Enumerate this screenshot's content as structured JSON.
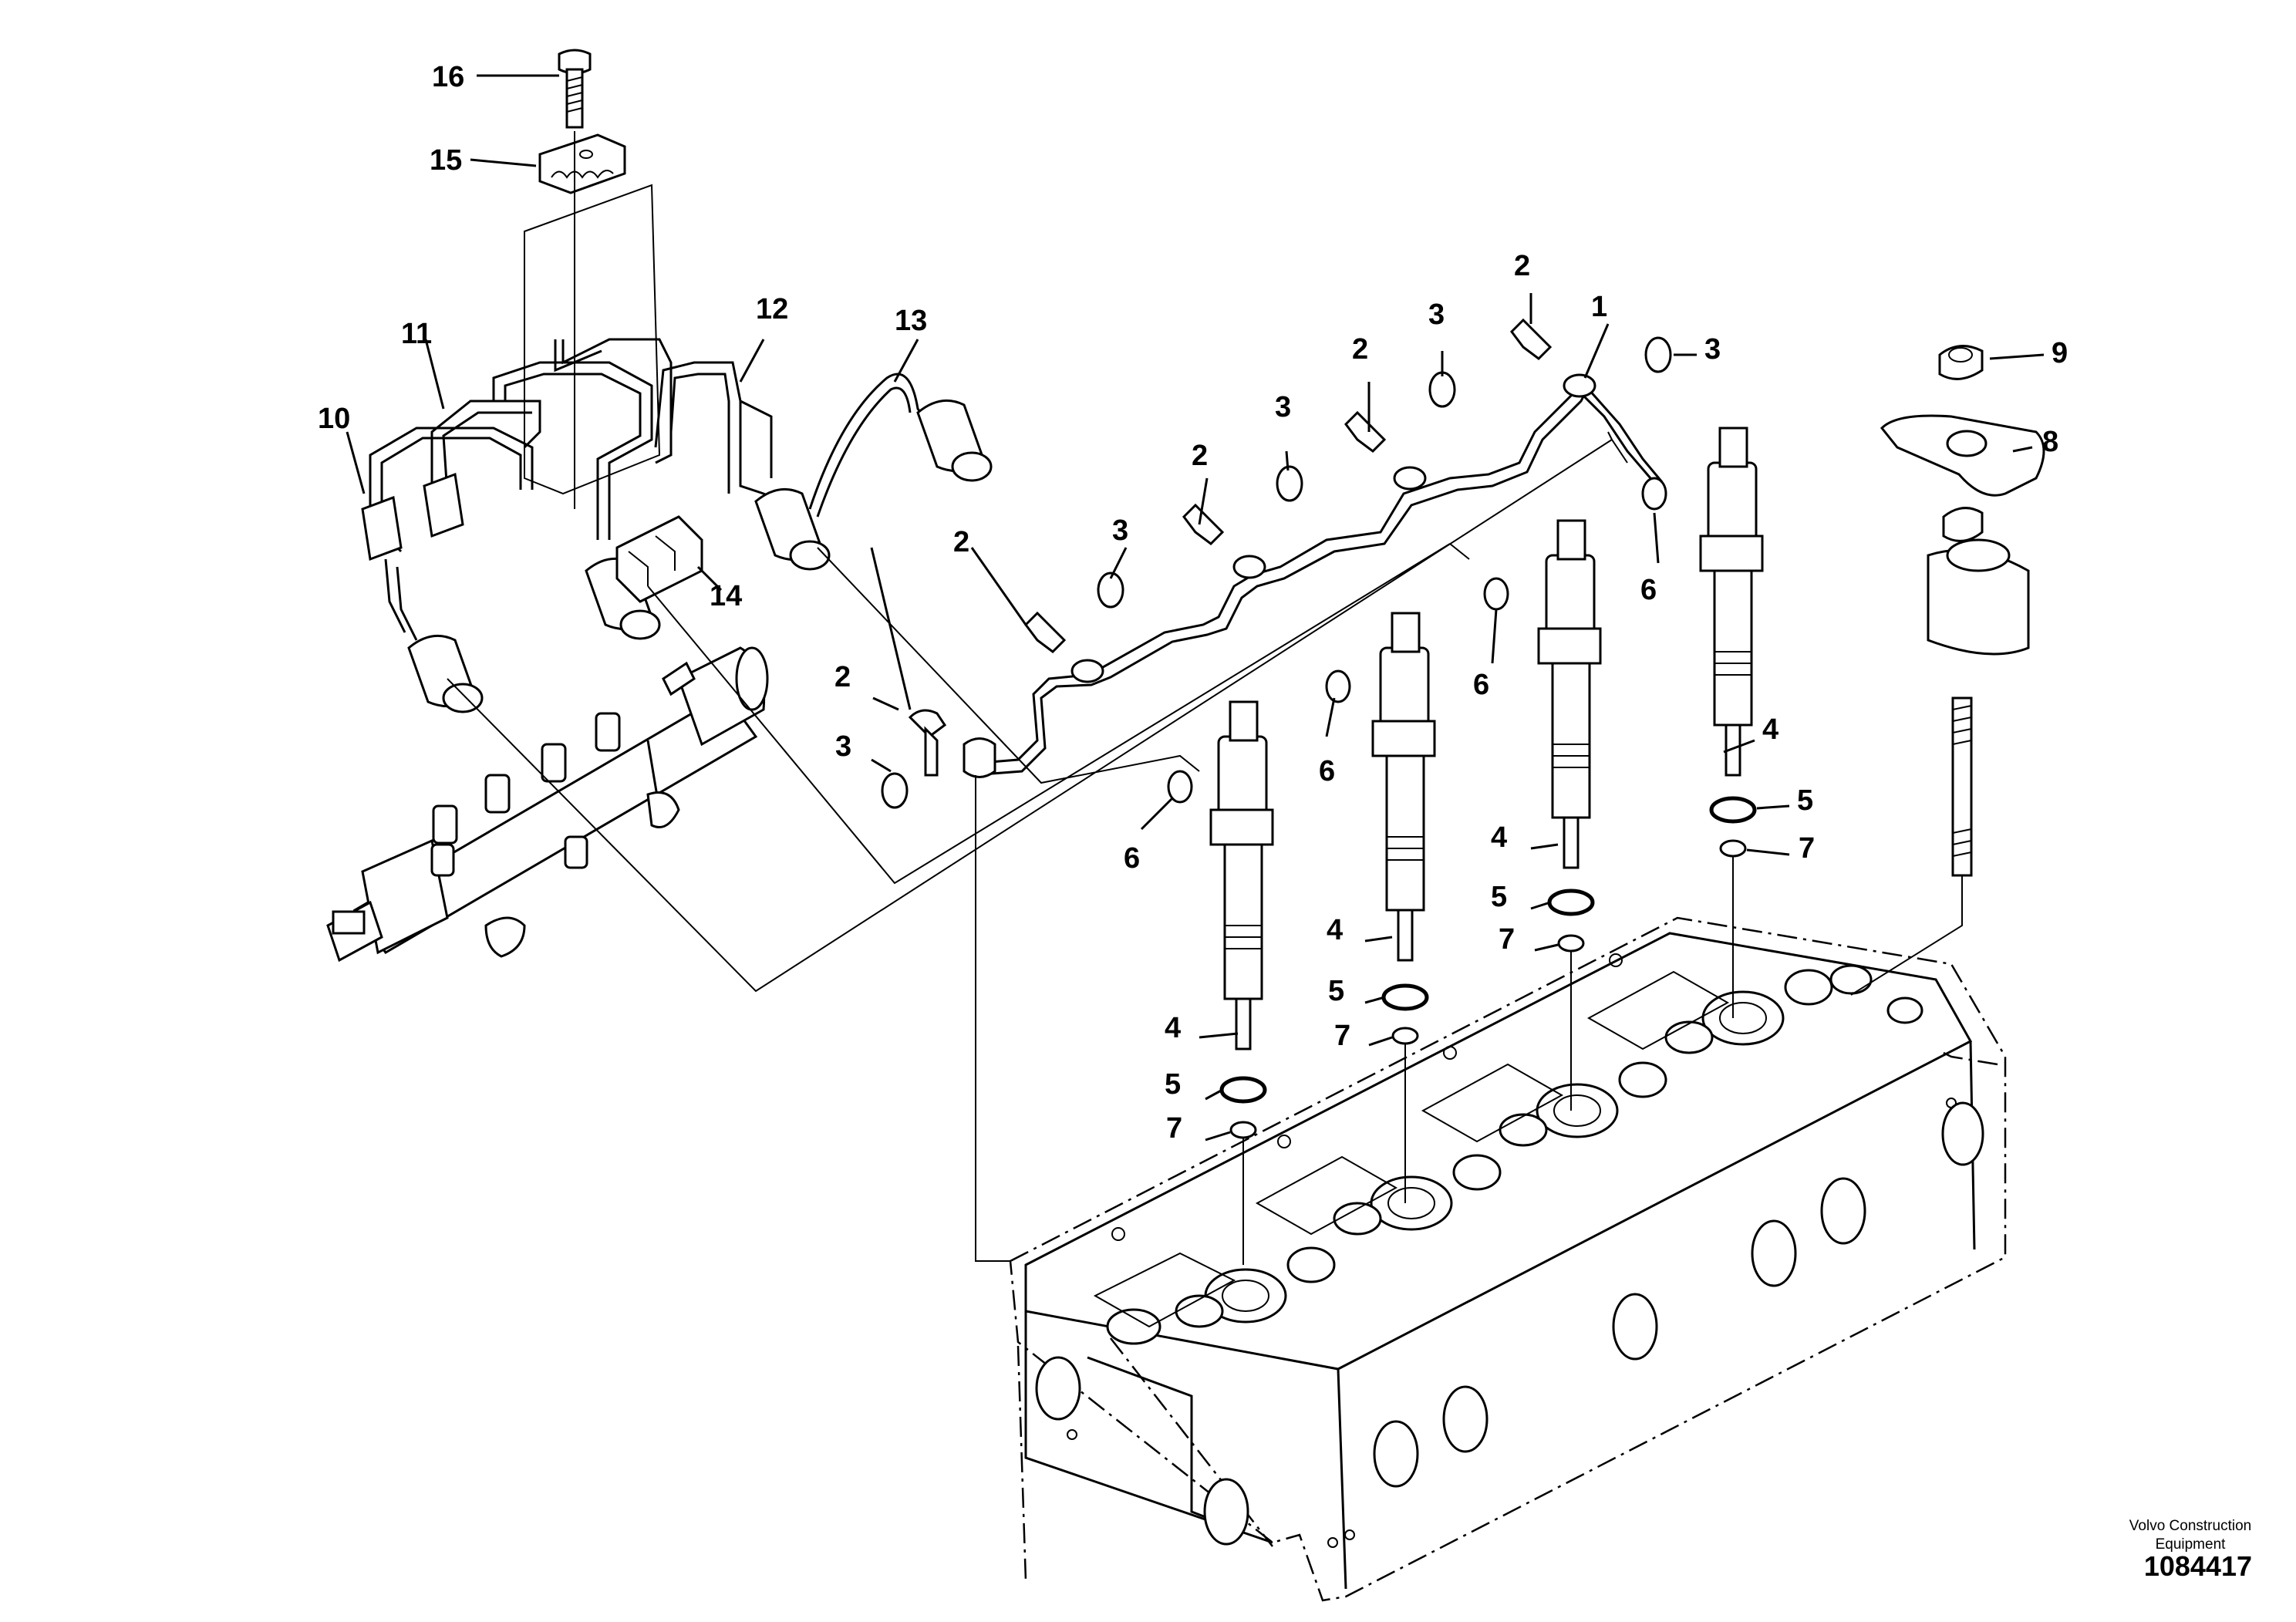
{
  "diagram": {
    "callouts": [
      "16",
      "15",
      "11",
      "10",
      "12",
      "13",
      "14",
      "2",
      "3",
      "1",
      "9",
      "8",
      "6",
      "4",
      "5",
      "7"
    ],
    "publisher_line1": "Volvo Construction",
    "publisher_line2": "Equipment",
    "reference_number": "1084417"
  }
}
